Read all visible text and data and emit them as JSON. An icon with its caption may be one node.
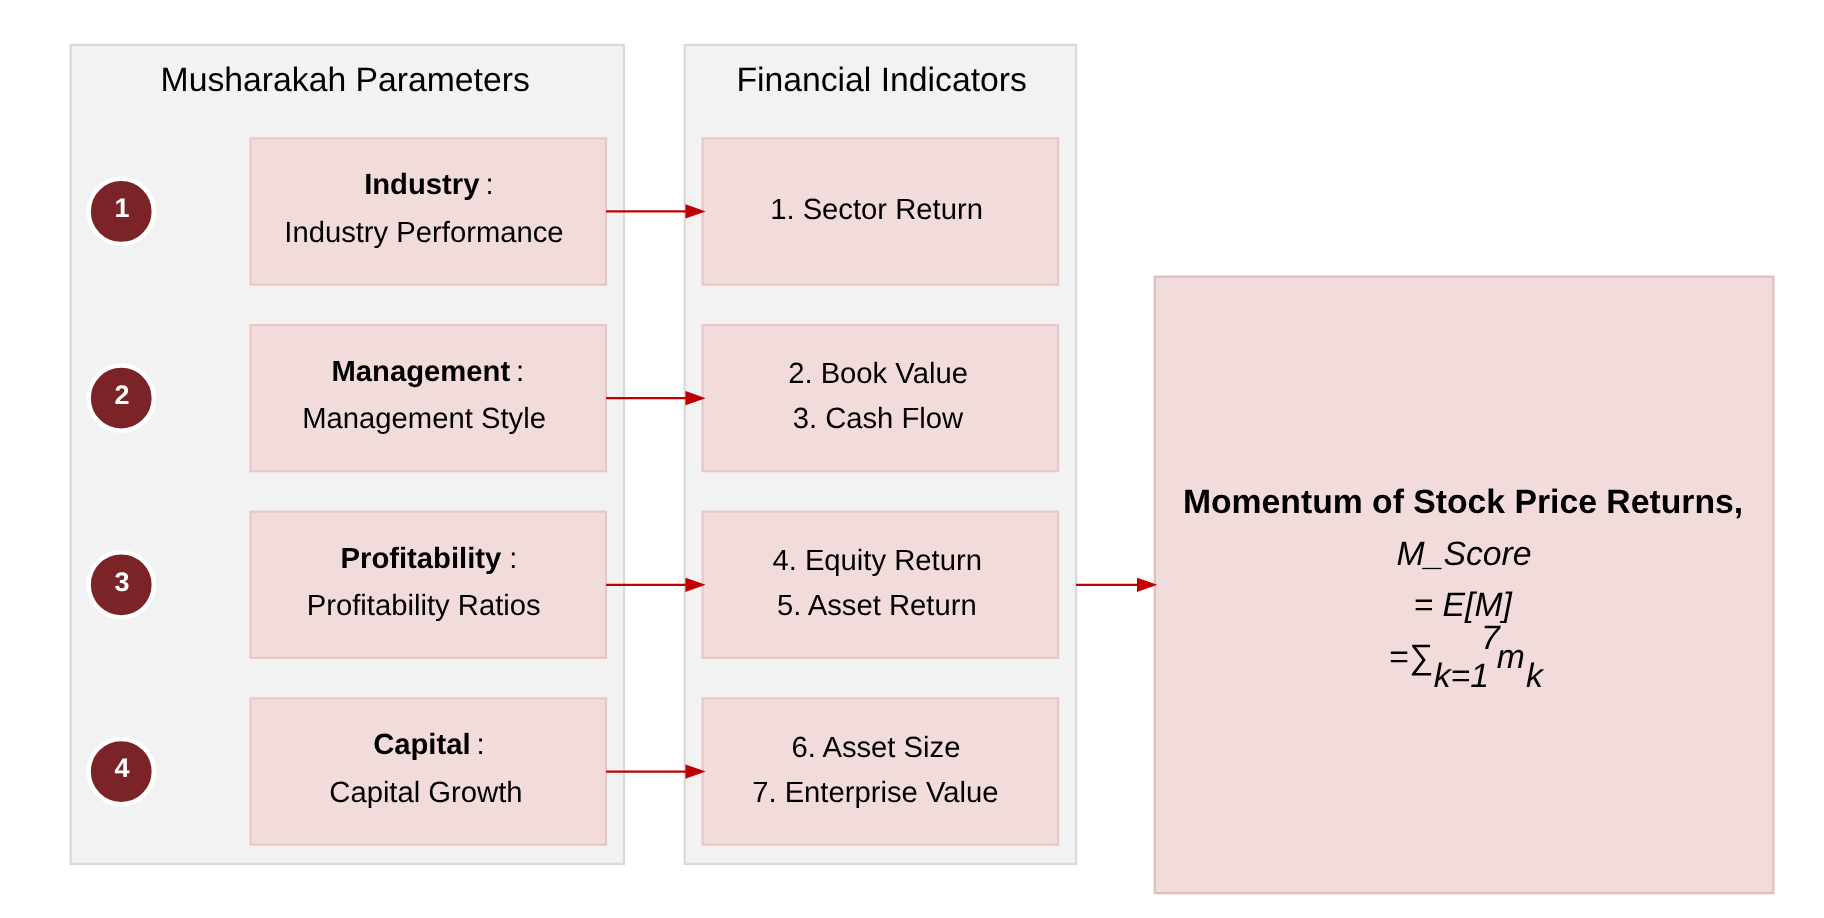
{
  "diagram": {
    "nodes": [
      {
        "text": [
          "Musharakah Parameters"
        ]
      },
      {
        "text": [
          "1"
        ],
        "in": 0
      },
      {
        "text": [
          "Industry:",
          "Industry Performance"
        ],
        "in": 0
      },
      {
        "text": [
          "2"
        ],
        "in": 0
      },
      {
        "text": [
          "Management:",
          "Management Style"
        ],
        "in": 0
      },
      {
        "text": [
          "3"
        ],
        "in": 0
      },
      {
        "text": [
          "Profitability:",
          "Profitability Ratios"
        ],
        "in": 0
      },
      {
        "text": [
          "4"
        ],
        "in": 0
      },
      {
        "text": [
          "Capital:",
          "Capital Growth"
        ],
        "in": 0
      },
      {
        "text": [
          "Financial Indicators"
        ]
      },
      {
        "text": [
          "1. Sector Return"
        ],
        "in": 9
      },
      {
        "text": [
          "2. Book Value",
          "3. Cash Flow"
        ],
        "in": 9
      },
      {
        "text": [
          "4. Equity Return",
          "5. Asset Return"
        ],
        "in": 9
      },
      {
        "text": [
          "6. Asset Size",
          "7. Enterprise Value"
        ],
        "in": 9
      },
      {
        "text": [
          "Momentum of Stock Price Returns,",
          "M_Score",
          "= E[M]",
          "=∑$_{k=1}$$^{7}$m$_{k}$"
        ]
      }
    ],
    "edges": [
      {
        "from": 2,
        "to": 10,
        "arrow": "to"
      },
      {
        "from": 4,
        "to": 11,
        "arrow": "to"
      },
      {
        "from": 6,
        "to": 12,
        "arrow": "to"
      },
      {
        "from": 8,
        "to": 13,
        "arrow": "to"
      },
      {
        "from": 9,
        "to": 14,
        "arrow": "to"
      }
    ]
  }
}
